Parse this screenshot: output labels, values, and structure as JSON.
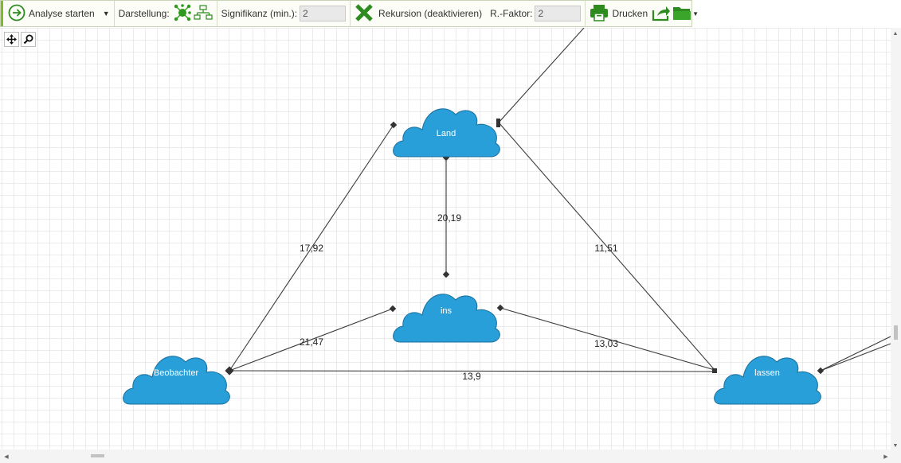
{
  "toolbar": {
    "analyse_label": "Analyse starten",
    "darstellung_label": "Darstellung:",
    "signifikanz_label": "Signifikanz (min.):",
    "signifikanz_value": "2",
    "rekursion_label": "Rekursion (deaktivieren)",
    "rfaktor_label": "R.-Faktor:",
    "rfaktor_value": "2",
    "drucken_label": "Drucken"
  },
  "graph": {
    "nodes": [
      {
        "id": "land",
        "label": "Land"
      },
      {
        "id": "ins",
        "label": "ins"
      },
      {
        "id": "beobachter",
        "label": "Beobachter"
      },
      {
        "id": "lassen",
        "label": "lassen"
      }
    ],
    "edges": [
      {
        "from": "beobachter",
        "to": "land",
        "weight": "17,92"
      },
      {
        "from": "land",
        "to": "ins",
        "weight": "20,19"
      },
      {
        "from": "land",
        "to": "lassen",
        "weight": "11,51"
      },
      {
        "from": "beobachter",
        "to": "ins",
        "weight": "21,47"
      },
      {
        "from": "ins",
        "to": "lassen",
        "weight": "13,03"
      },
      {
        "from": "beobachter",
        "to": "lassen",
        "weight": "13,9"
      }
    ]
  },
  "colors": {
    "node_fill": "#289fd9",
    "node_stroke": "#1a6f9c",
    "toolbar_green": "#2e8b20",
    "grid": "#d9d9d9"
  }
}
